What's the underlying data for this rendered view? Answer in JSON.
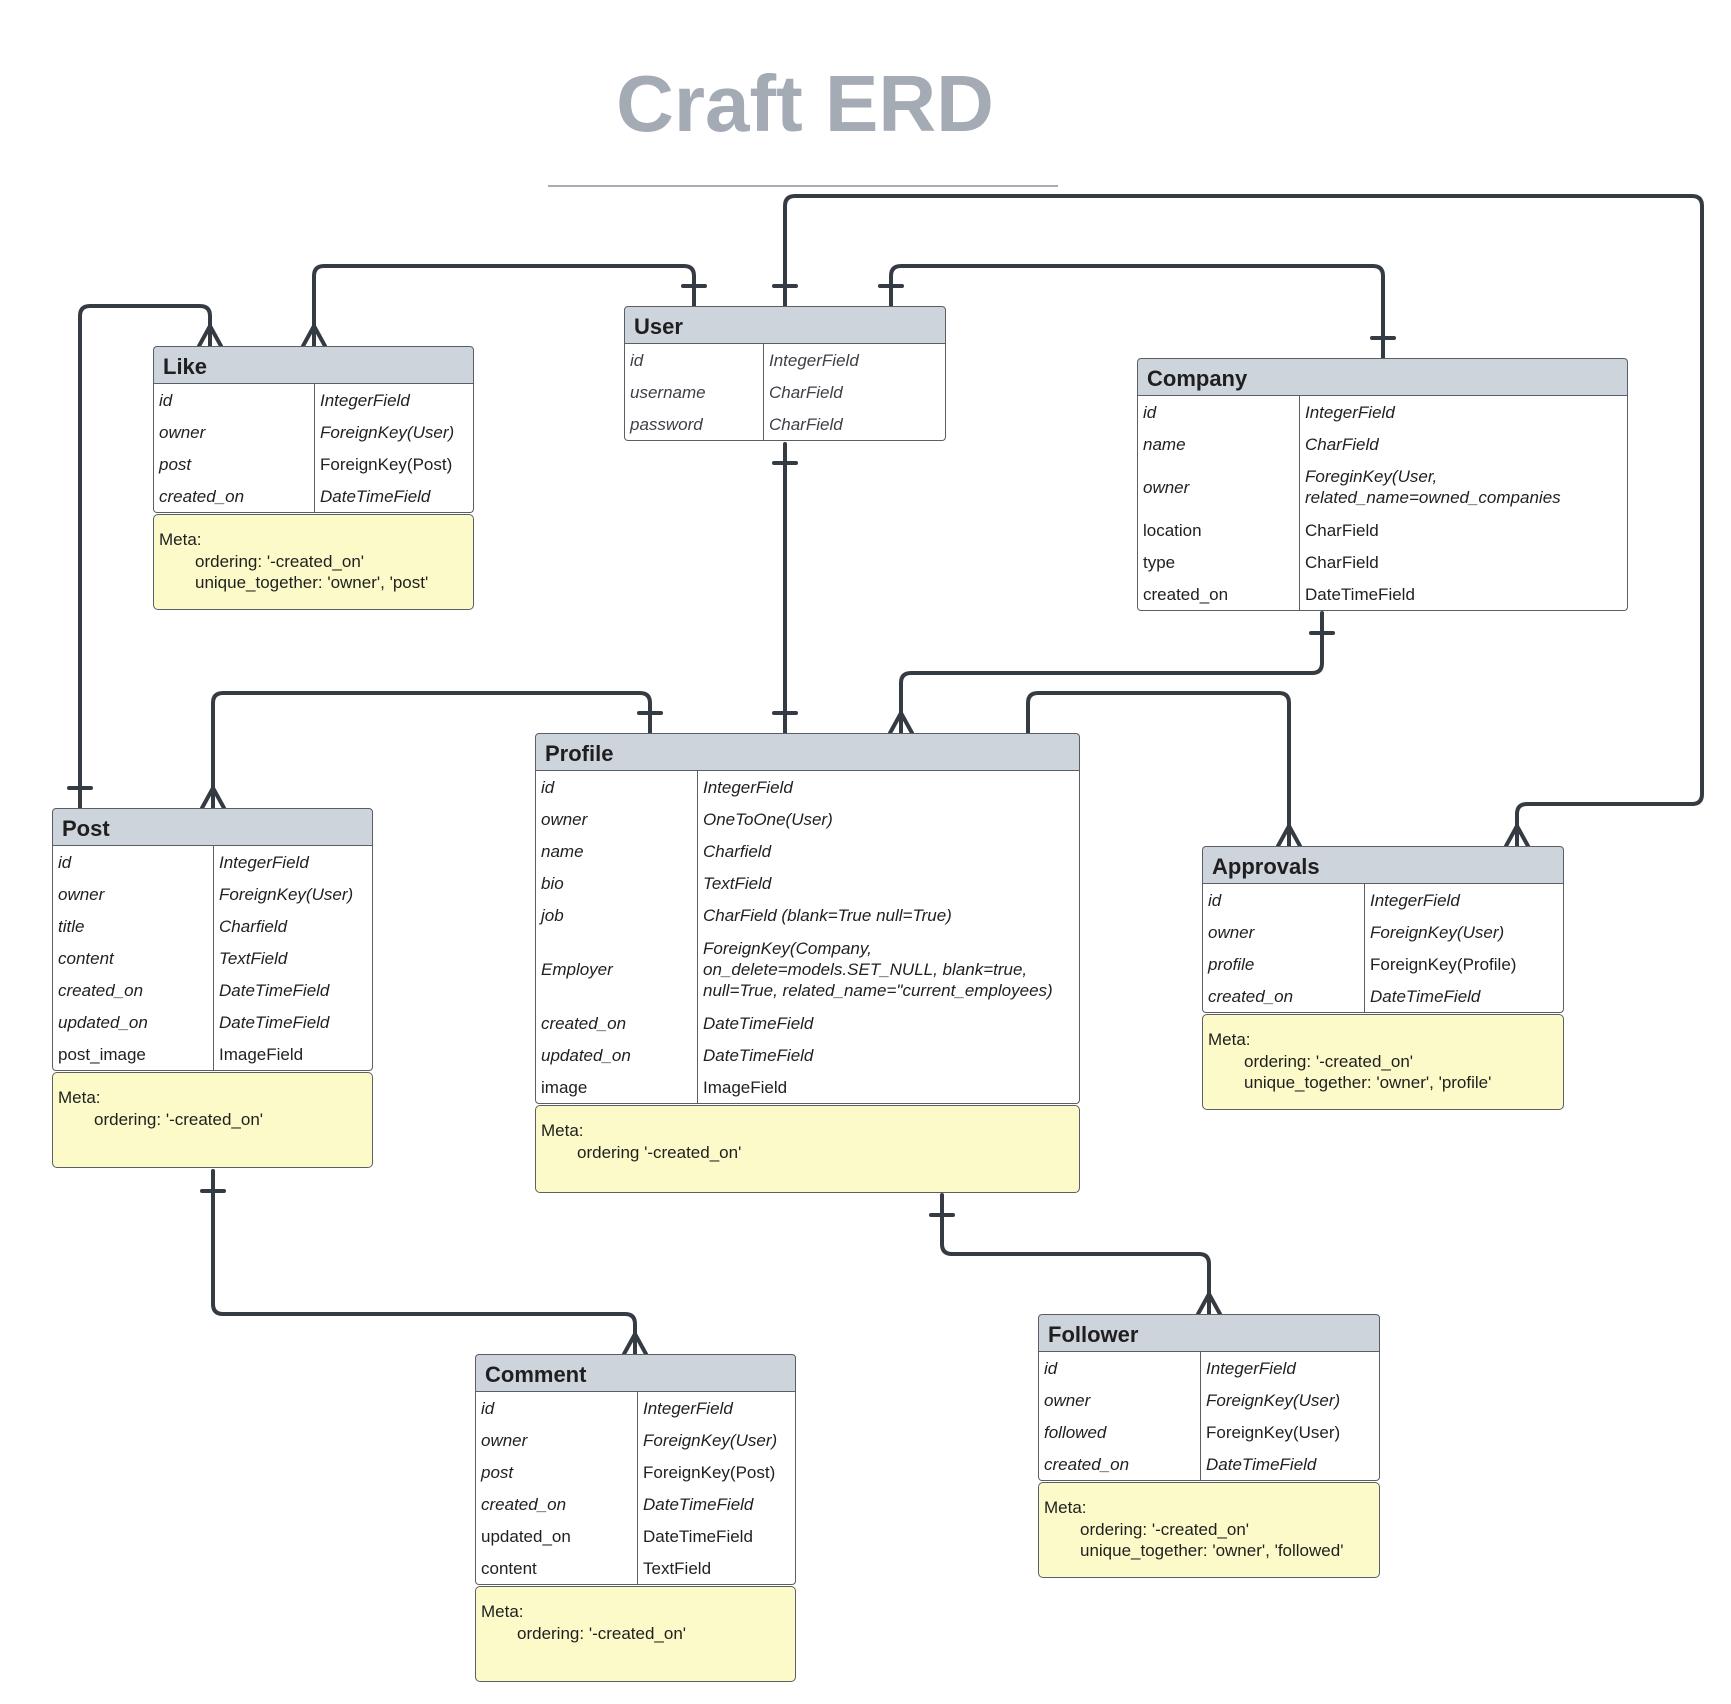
{
  "title": "Craft ERD",
  "colors": {
    "header": "#ced4db",
    "meta": "#fbfac8",
    "line": "#353b43",
    "title": "#a4abb5"
  },
  "entities": {
    "user": {
      "name": "User",
      "fields": [
        {
          "name": "id",
          "type": "IntegerField",
          "italic_name": true,
          "italic_type": true
        },
        {
          "name": "username",
          "type": "CharField",
          "italic_name": true,
          "italic_type": true
        },
        {
          "name": "password",
          "type": "CharField",
          "italic_name": true,
          "italic_type": true
        }
      ]
    },
    "like": {
      "name": "Like",
      "fields": [
        {
          "name": "id",
          "type": "IntegerField",
          "italic_name": true,
          "italic_type": true
        },
        {
          "name": "owner",
          "type": "ForeignKey(User)",
          "italic_name": true,
          "italic_type": true
        },
        {
          "name": "post",
          "type": "ForeignKey(Post)",
          "italic_name": true,
          "italic_type": false
        },
        {
          "name": "created_on",
          "type": "DateTimeField",
          "italic_name": true,
          "italic_type": true
        }
      ],
      "meta": [
        "Meta:",
        "ordering: '-created_on'",
        "unique_together: 'owner', 'post'"
      ]
    },
    "company": {
      "name": "Company",
      "fields": [
        {
          "name": "id",
          "type": "IntegerField",
          "italic_name": true,
          "italic_type": true
        },
        {
          "name": "name",
          "type": "CharField",
          "italic_name": true,
          "italic_type": true
        },
        {
          "name": "owner",
          "type": "ForeginKey(User,\nrelated_name=owned_companies",
          "italic_name": true,
          "italic_type": true
        },
        {
          "name": "location",
          "type": "CharField",
          "italic_name": false,
          "italic_type": false
        },
        {
          "name": "type",
          "type": "CharField",
          "italic_name": false,
          "italic_type": false
        },
        {
          "name": "created_on",
          "type": "DateTimeField",
          "italic_name": false,
          "italic_type": false
        }
      ]
    },
    "post": {
      "name": "Post",
      "fields": [
        {
          "name": "id",
          "type": "IntegerField",
          "italic_name": true,
          "italic_type": true
        },
        {
          "name": "owner",
          "type": "ForeignKey(User)",
          "italic_name": true,
          "italic_type": true
        },
        {
          "name": "title",
          "type": "Charfield",
          "italic_name": true,
          "italic_type": true
        },
        {
          "name": "content",
          "type": "TextField",
          "italic_name": true,
          "italic_type": true
        },
        {
          "name": "created_on",
          "type": "DateTimeField",
          "italic_name": true,
          "italic_type": true
        },
        {
          "name": "updated_on",
          "type": "DateTimeField",
          "italic_name": true,
          "italic_type": true
        },
        {
          "name": "post_image",
          "type": "ImageField",
          "italic_name": false,
          "italic_type": false
        }
      ],
      "meta": [
        "Meta:",
        "ordering: '-created_on'"
      ]
    },
    "profile": {
      "name": "Profile",
      "fields": [
        {
          "name": "id",
          "type": "IntegerField",
          "italic_name": true,
          "italic_type": true
        },
        {
          "name": "owner",
          "type": "OneToOne(User)",
          "italic_name": true,
          "italic_type": true
        },
        {
          "name": "name",
          "type": "Charfield",
          "italic_name": true,
          "italic_type": true
        },
        {
          "name": "bio",
          "type": "TextField",
          "italic_name": true,
          "italic_type": true
        },
        {
          "name": "job",
          "type": "CharField (blank=True null=True)",
          "italic_name": true,
          "italic_type": true
        },
        {
          "name": "Employer",
          "type": "ForeignKey(Company,\non_delete=models.SET_NULL, blank=true,\nnull=True, related_name=\"current_employees)",
          "italic_name": true,
          "italic_type": true
        },
        {
          "name": "created_on",
          "type": "DateTimeField",
          "italic_name": true,
          "italic_type": true
        },
        {
          "name": "updated_on",
          "type": "DateTimeField",
          "italic_name": true,
          "italic_type": true
        },
        {
          "name": "image",
          "type": "ImageField",
          "italic_name": false,
          "italic_type": false
        }
      ],
      "meta": [
        "Meta:",
        "ordering '-created_on'"
      ]
    },
    "approvals": {
      "name": "Approvals",
      "fields": [
        {
          "name": "id",
          "type": "IntegerField",
          "italic_name": true,
          "italic_type": true
        },
        {
          "name": "owner",
          "type": "ForeignKey(User)",
          "italic_name": true,
          "italic_type": true
        },
        {
          "name": "profile",
          "type": "ForeignKey(Profile)",
          "italic_name": true,
          "italic_type": false
        },
        {
          "name": "created_on",
          "type": "DateTimeField",
          "italic_name": true,
          "italic_type": true
        }
      ],
      "meta": [
        "Meta:",
        "ordering: '-created_on'",
        "unique_together: 'owner', 'profile'"
      ]
    },
    "comment": {
      "name": "Comment",
      "fields": [
        {
          "name": "id",
          "type": "IntegerField",
          "italic_name": true,
          "italic_type": true
        },
        {
          "name": "owner",
          "type": "ForeignKey(User)",
          "italic_name": true,
          "italic_type": true
        },
        {
          "name": "post",
          "type": "ForeignKey(Post)",
          "italic_name": true,
          "italic_type": false
        },
        {
          "name": "created_on",
          "type": "DateTimeField",
          "italic_name": true,
          "italic_type": true
        },
        {
          "name": "updated_on",
          "type": "DateTimeField",
          "italic_name": false,
          "italic_type": false
        },
        {
          "name": "content",
          "type": "TextField",
          "italic_name": false,
          "italic_type": false
        }
      ],
      "meta": [
        "Meta:",
        "ordering: '-created_on'"
      ]
    },
    "follower": {
      "name": "Follower",
      "fields": [
        {
          "name": "id",
          "type": "IntegerField",
          "italic_name": true,
          "italic_type": true
        },
        {
          "name": "owner",
          "type": "ForeignKey(User)",
          "italic_name": true,
          "italic_type": true
        },
        {
          "name": "followed",
          "type": "ForeignKey(User)",
          "italic_name": true,
          "italic_type": false
        },
        {
          "name": "created_on",
          "type": "DateTimeField",
          "italic_name": true,
          "italic_type": true
        }
      ],
      "meta": [
        "Meta:",
        "ordering: '-created_on'",
        "unique_together: 'owner', 'followed'"
      ]
    }
  },
  "relationships": [
    {
      "from": "User",
      "to": "Like",
      "from_end": "one",
      "to_end": "many"
    },
    {
      "from": "User",
      "to": "Approvals",
      "from_end": "one",
      "to_end": "many"
    },
    {
      "from": "User",
      "to": "Company",
      "from_end": "one",
      "to_end": "one"
    },
    {
      "from": "User",
      "to": "Profile",
      "from_end": "one",
      "to_end": "one"
    },
    {
      "from": "Post",
      "to": "Like",
      "from_end": "one",
      "to_end": "many"
    },
    {
      "from": "Profile",
      "to": "Post",
      "from_end": "one",
      "to_end": "many"
    },
    {
      "from": "Company",
      "to": "Profile",
      "from_end": "one",
      "to_end": "many"
    },
    {
      "from": "Profile",
      "to": "Approvals",
      "from_end": "none",
      "to_end": "many"
    },
    {
      "from": "Post",
      "to": "Comment",
      "from_end": "one",
      "to_end": "many"
    },
    {
      "from": "Profile",
      "to": "Follower",
      "from_end": "one",
      "to_end": "many"
    }
  ]
}
